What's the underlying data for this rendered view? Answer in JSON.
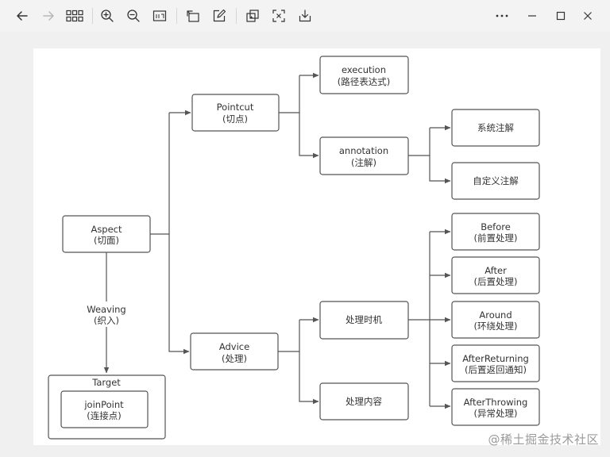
{
  "diagram": {
    "nodes": {
      "aspect": {
        "label": "Aspect",
        "sub": "(切面)"
      },
      "pointcut": {
        "label": "Pointcut",
        "sub": "(切点)"
      },
      "advice": {
        "label": "Advice",
        "sub": "(处理)"
      },
      "execution": {
        "label": "execution",
        "sub": "(路径表达式)"
      },
      "annotation": {
        "label": "annotation",
        "sub": "(注解)"
      },
      "system_annotation": {
        "label": "系统注解"
      },
      "custom_annotation": {
        "label": "自定义注解"
      },
      "timing": {
        "label": "处理时机"
      },
      "content": {
        "label": "处理内容"
      },
      "before": {
        "label": "Before",
        "sub": "(前置处理)"
      },
      "after": {
        "label": "After",
        "sub": "(后置处理)"
      },
      "around": {
        "label": "Around",
        "sub": "(环绕处理)"
      },
      "after_returning": {
        "label": "AfterReturning",
        "sub": "(后置返回通知)"
      },
      "after_throwing": {
        "label": "AfterThrowing",
        "sub": "(异常处理)"
      },
      "target": {
        "label": "Target"
      },
      "joinpoint": {
        "label": "joinPoint",
        "sub": "(连接点)"
      }
    },
    "weaving": {
      "label": "Weaving",
      "sub": "(织入)"
    }
  },
  "watermark": "@稀土掘金技术社区",
  "colors": {
    "toolbar_bg": "#f3f3f3",
    "page_bg": "#ffffff",
    "stroke": "#555555",
    "text": "#333333"
  }
}
